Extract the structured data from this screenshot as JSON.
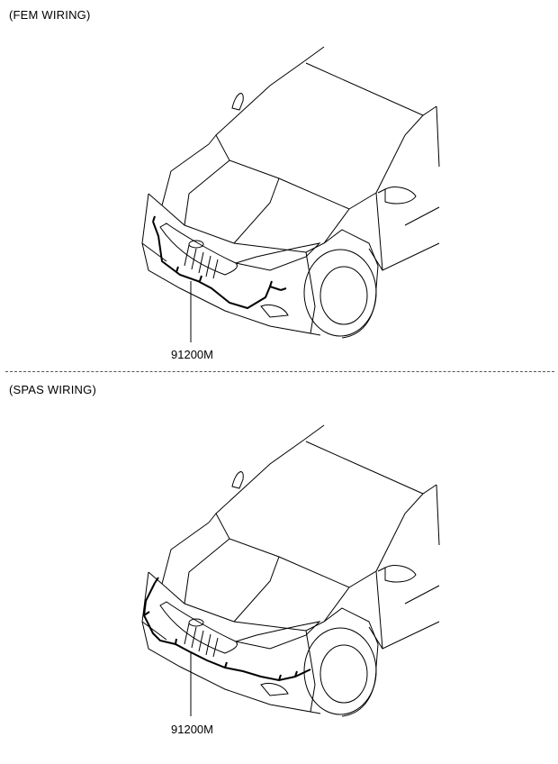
{
  "sections": [
    {
      "title": "(FEM WIRING)",
      "part_number": "91200M",
      "icon": "car-front-wiring-diagram"
    },
    {
      "title": "(SPAS WIRING)",
      "part_number": "91200M",
      "icon": "car-front-wiring-diagram"
    }
  ],
  "colors": {
    "line": "#000000",
    "divider": "#555555",
    "background": "#ffffff"
  }
}
